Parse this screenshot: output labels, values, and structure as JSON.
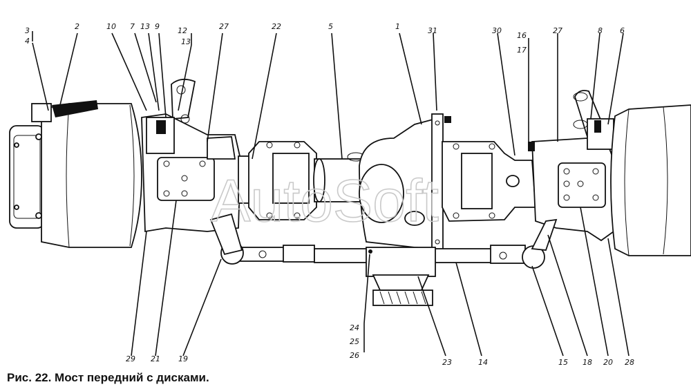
{
  "caption": "Рис. 22. Мост передний с дисками.",
  "watermark": "AutoSoft",
  "callouts": {
    "n1": "1",
    "n2": "2",
    "n3": "3",
    "n4": "4",
    "n5": "5",
    "n6": "6",
    "n7": "7",
    "n8": "8",
    "n9": "9",
    "n10": "10",
    "n12": "12",
    "n13a": "13",
    "n13b": "13",
    "n14": "14",
    "n15": "15",
    "n16": "16",
    "n17": "17",
    "n18": "18",
    "n19": "19",
    "n20": "20",
    "n21": "21",
    "n22": "22",
    "n23": "23",
    "n24": "24",
    "n25": "25",
    "n26": "26",
    "n27a": "27",
    "n27b": "27",
    "n28": "28",
    "n29": "29",
    "n30": "30",
    "n31": "31"
  },
  "colors": {
    "ink": "#111111",
    "watermark": "#c9c9c9",
    "background": "#ffffff"
  }
}
